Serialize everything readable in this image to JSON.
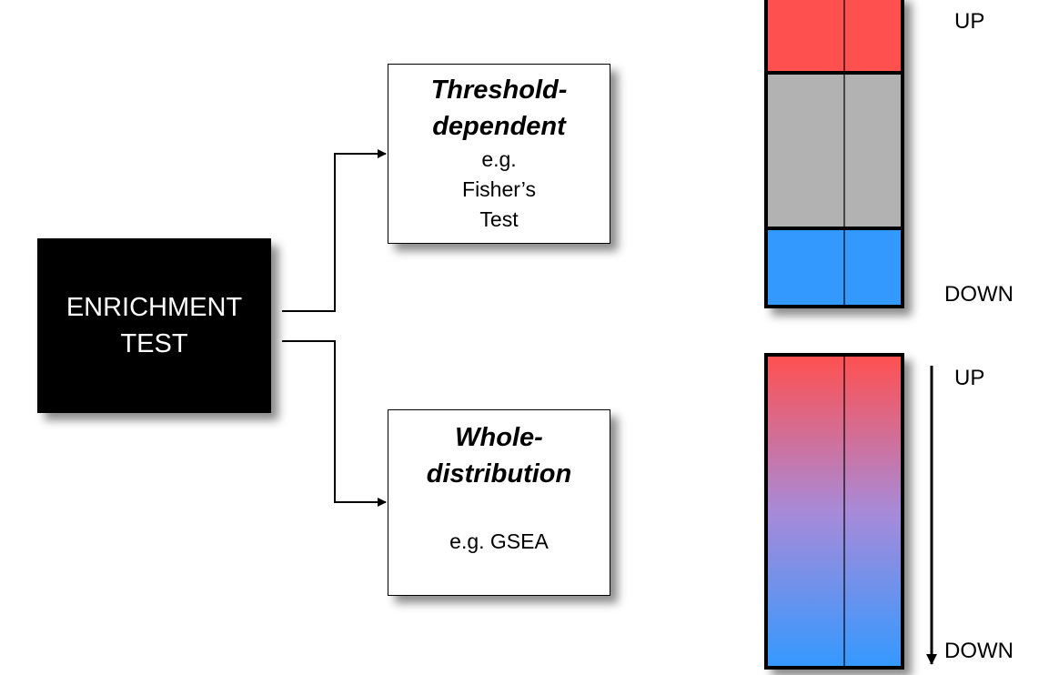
{
  "root": {
    "line1": "ENRICHMENT",
    "line2": "TEST"
  },
  "threshold": {
    "title_line1": "Threshold-",
    "title_line2": "dependent",
    "example_line1": "e.g.",
    "example_line2": "Fisher’s",
    "example_line3": "Test"
  },
  "whole": {
    "title_line1": "Whole-",
    "title_line2": "distribution",
    "example": "e.g. GSEA"
  },
  "threshold_bar": {
    "up_label": "UP",
    "down_label": "DOWN",
    "up_color": "#ff5050",
    "middle_color": "#b2b2b2",
    "down_color": "#3399ff"
  },
  "gradient_bar": {
    "up_label": "UP",
    "down_label": "DOWN",
    "top_color": "#ff5050",
    "middle_color": "#a88ad8",
    "bottom_color": "#3399ff"
  }
}
